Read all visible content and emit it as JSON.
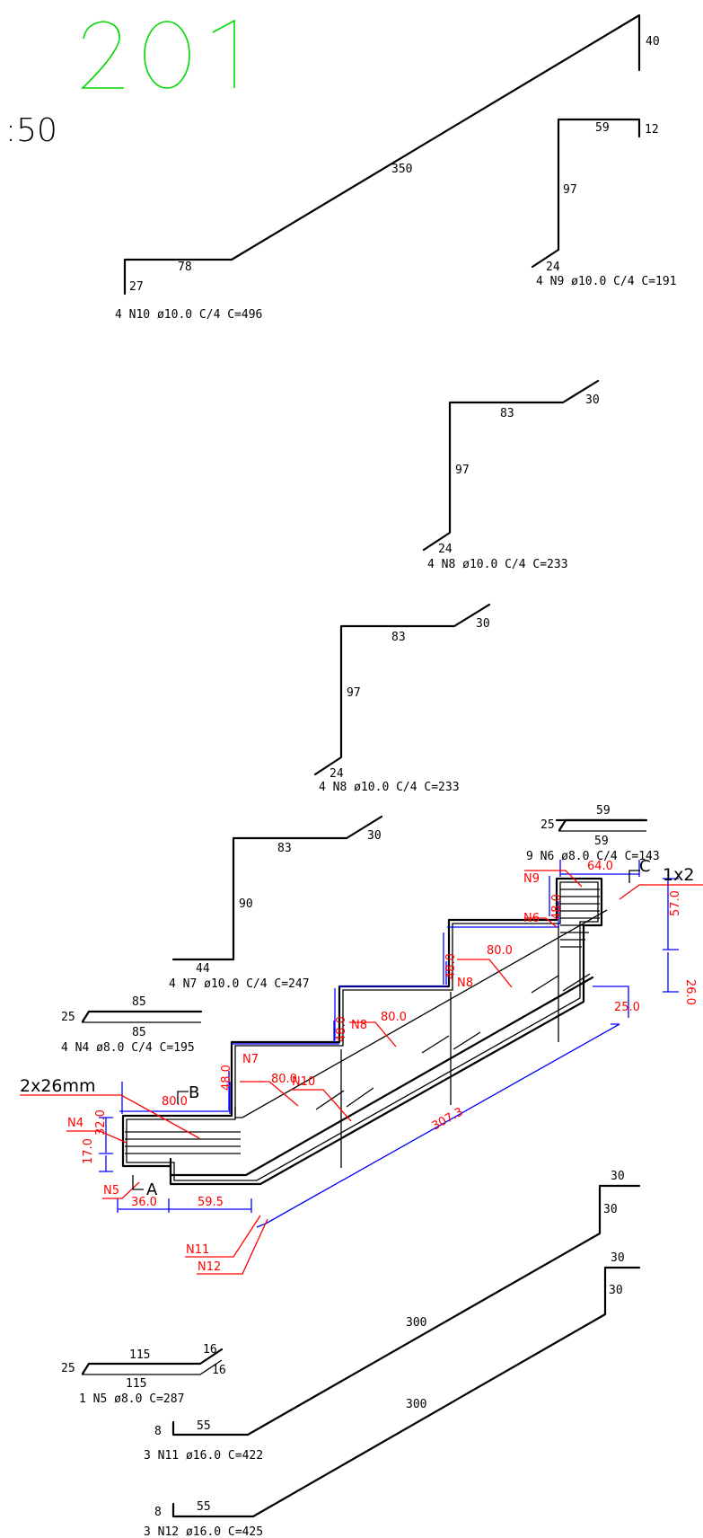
{
  "header": {
    "sheet_number": "201",
    "scale": ":50"
  },
  "colors": {
    "rebar": "#000000",
    "dimension": "#0000ff",
    "annotation": "#ff0000",
    "title": "#00d800"
  },
  "bars": {
    "n10": {
      "legs": [
        "40",
        "350",
        "78",
        "27"
      ],
      "caption": "4 N10 ø10.0 C/4 C=496"
    },
    "n9": {
      "legs": [
        "59",
        "12",
        "97",
        "24"
      ],
      "caption": "4 N9 ø10.0 C/4 C=191"
    },
    "n8a": {
      "legs": [
        "30",
        "83",
        "97",
        "24"
      ],
      "caption": "4 N8 ø10.0 C/4 C=233"
    },
    "n8b": {
      "legs": [
        "30",
        "83",
        "97",
        "24"
      ],
      "caption": "4 N8 ø10.0 C/4 C=233"
    },
    "n7": {
      "legs": [
        "30",
        "83",
        "90",
        "44"
      ],
      "caption": "4 N7 ø10.0 C/4 C=247"
    },
    "n6": {
      "legs": [
        "59",
        "25",
        "59"
      ],
      "caption": "9 N6 ø8.0 C/4 C=143"
    },
    "n4": {
      "legs": [
        "85",
        "25",
        "85"
      ],
      "caption": "4 N4 ø8.0 C/4 C=195"
    },
    "n5": {
      "legs": [
        "115",
        "16",
        "25",
        "115",
        "16"
      ],
      "caption": "1 N5 ø8.0 C=287"
    },
    "n11": {
      "legs": [
        "30",
        "30",
        "300",
        "8",
        "55"
      ],
      "caption": "3 N11 ø16.0 C=422"
    },
    "n12": {
      "legs": [
        "30",
        "30",
        "300",
        "8",
        "55"
      ],
      "caption": "3 N12 ø16.0 C=425"
    }
  },
  "section": {
    "marks": [
      "N9",
      "N6",
      "N8",
      "N8",
      "N10",
      "N7",
      "N4",
      "N5",
      "N11",
      "N12"
    ],
    "dims": [
      "64.0",
      "48.0",
      "57.0",
      "26.0",
      "80.0",
      "48.0",
      "80.0",
      "48.0",
      "80.0",
      "80.0",
      "48.0",
      "32.0",
      "17.0",
      "36.0",
      "59.5",
      "307.3",
      "25.0"
    ],
    "labels": {
      "a": "A",
      "b": "B",
      "c": "C"
    },
    "callout_left": "2x26mm",
    "callout_right": "1x2"
  }
}
